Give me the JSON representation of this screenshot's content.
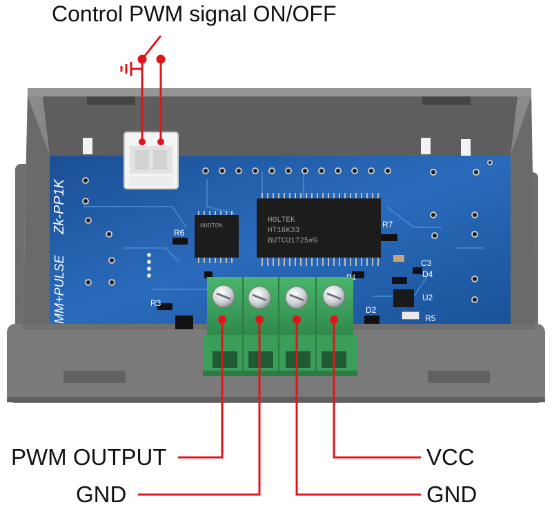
{
  "title": "Control PWM signal ON/OFF",
  "labels": {
    "pwm_output": "PWM OUTPUT",
    "gnd_left": "GND",
    "vcc": "VCC",
    "gnd_right": "GND"
  },
  "board": {
    "model": "Zk-PP1K",
    "function": "MM+PULSE",
    "silkscreen": {
      "r6": "R6",
      "r3": "R3",
      "r7": "R7",
      "c3": "C3",
      "d4": "D4",
      "u2": "U2",
      "r5": "R5",
      "d2": "D2",
      "r1": "R1"
    },
    "chip_main": [
      "HOLTEK",
      "HT16K33",
      "BUTCU1725#G"
    ],
    "chip_small": "HUOTON"
  },
  "colors": {
    "wire": "#e0141b",
    "pcb": "#1f5ea8",
    "case": "#7d7d7d",
    "terminal": "#3fa860"
  },
  "icons": {
    "switch": "switch-icon",
    "ground": "ground-icon"
  }
}
